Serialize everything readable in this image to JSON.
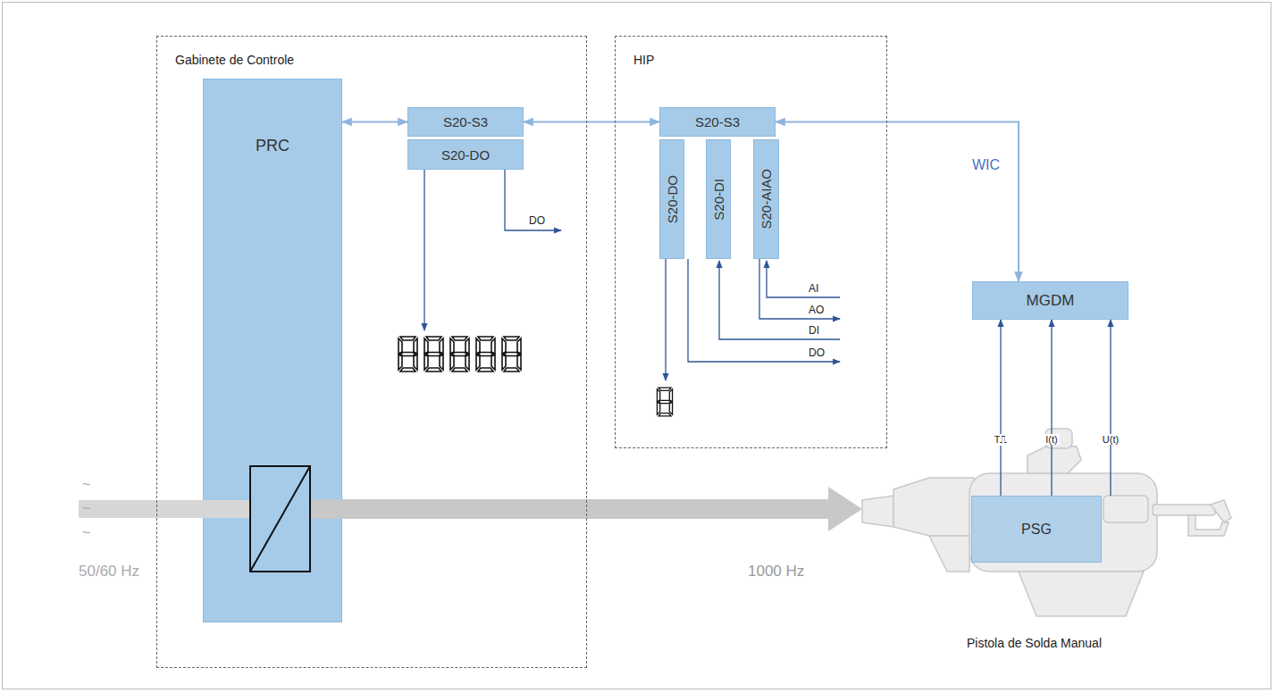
{
  "diagram": {
    "nodes": [
      {
        "text": [
          "Gabinete de Controle"
        ]
      },
      {
        "text": [
          "PRC"
        ],
        "in": 0
      },
      {
        "text": [
          "S20-S3"
        ],
        "in": 0
      },
      {
        "text": [
          "S20-DO"
        ],
        "in": 0
      },
      {
        "text": [
          "HIP"
        ]
      },
      {
        "text": [
          "S20-S3"
        ],
        "in": 4
      },
      {
        "text": [
          "S20-DO"
        ],
        "in": 4
      },
      {
        "text": [
          "S20-DI"
        ],
        "in": 4
      },
      {
        "text": [
          "S20-AIAO"
        ],
        "in": 4
      },
      {
        "text": [
          "MGDM"
        ]
      },
      {
        "text": [
          "PSG"
        ]
      }
    ],
    "edges": [
      {
        "from": 1,
        "to": 2,
        "arrow": "both"
      },
      {
        "from": 2,
        "to": 5,
        "arrow": "both"
      },
      {
        "from": 5,
        "to": 9,
        "label": "WIC",
        "arrow": "both"
      },
      {
        "from": 1,
        "to": 10,
        "label": "1000 Hz",
        "arrow": "to"
      },
      {
        "from": 10,
        "to": 9,
        "label": "T⎍",
        "arrow": "to"
      },
      {
        "from": 10,
        "to": 9,
        "label": "I(t)",
        "arrow": "to"
      },
      {
        "from": 10,
        "to": 9,
        "label": "U(t)",
        "arrow": "to"
      }
    ],
    "labels": [
      "~",
      "~",
      "~",
      "50/60 Hz",
      "DO",
      "AI",
      "AO",
      "DI",
      "DO",
      "Pistola de Solda Manual"
    ]
  }
}
